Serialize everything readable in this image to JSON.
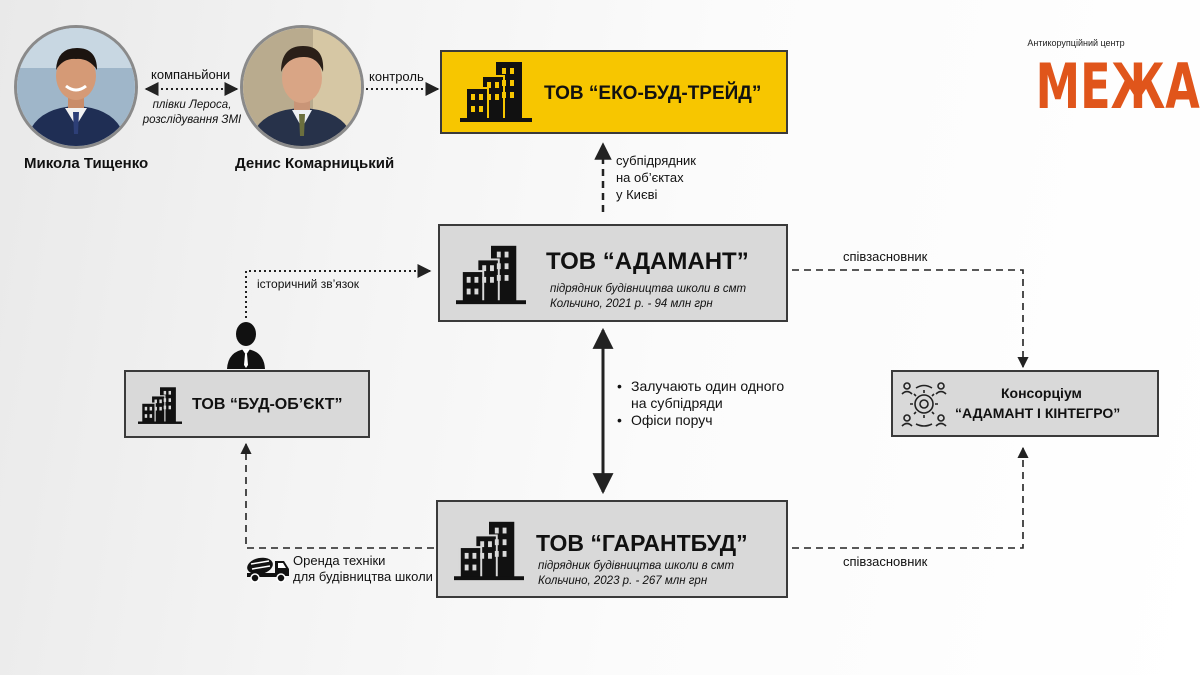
{
  "logo": {
    "subtitle": "Антикорупційний центр",
    "title": "МЕЖА",
    "color": "#e0551b"
  },
  "people": [
    {
      "name": "Микола Тищенко",
      "icon": "portrait-photo"
    },
    {
      "name": "Денис Комарницький",
      "icon": "portrait-photo"
    }
  ],
  "companies": {
    "eko": {
      "name": "ТОВ “ЕКО-БУД-ТРЕЙД”",
      "icon": "building-icon",
      "color": "#f7c600"
    },
    "adamant": {
      "name": "ТОВ “АДАМАНТ”",
      "sub_line1": "підрядник будівництва школи в смт",
      "sub_line2": "Кольчино, 2021 р. - 94 млн грн",
      "icon": "building-icon"
    },
    "garantbud": {
      "name": "ТОВ “ГАРАНТБУД”",
      "sub_line1": "підрядник будівництва школи в смт",
      "sub_line2": "Кольчино, 2023 р. - 267 млн грн",
      "icon": "building-icon"
    },
    "budobekt": {
      "name": "ТОВ “БУД-ОБ’ЄКТ”",
      "icon": "building-icon"
    },
    "consortium": {
      "line1": "Консорціум",
      "line2": "“АДАМАНТ І КІНТЕГРО”",
      "icon": "network-gear-icon"
    }
  },
  "links": {
    "partners": "компаньйони",
    "partners_note_line1": "плівки Лероса,",
    "partners_note_line2": "розслідування ЗМІ",
    "control": "контроль",
    "subcontractor_line1": "субпідрядник",
    "subcontractor_line2": "на об’єктах",
    "subcontractor_line3": "у Києві",
    "historic": "історичний зв’язок",
    "cofounder_top": "співзасновник",
    "cofounder_bottom": "співзасновник",
    "mutual": [
      "Залучають один одного на субпідряди",
      "Офіси поруч"
    ],
    "rental_line1": "Оренда техніки",
    "rental_line2": "для будівництва школи"
  },
  "icons": [
    "person-icon",
    "concrete-mixer-truck-icon",
    "building-icon",
    "network-gear-icon"
  ]
}
